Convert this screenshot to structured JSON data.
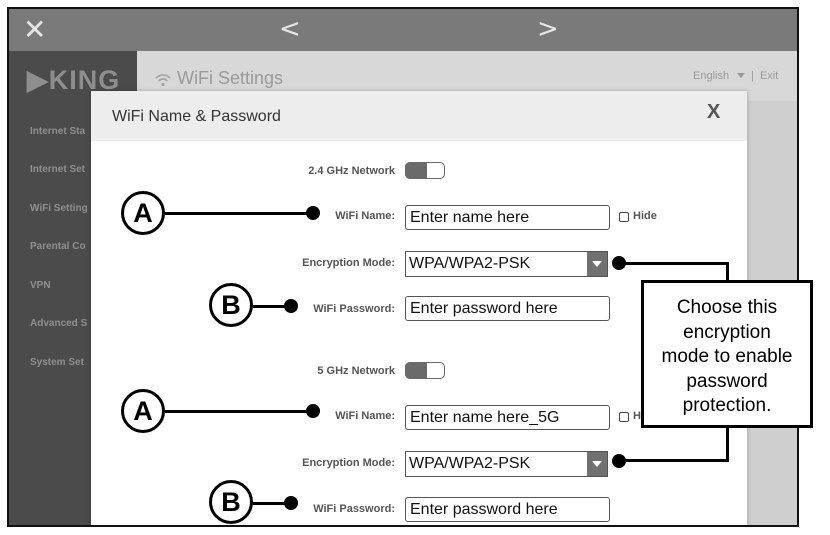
{
  "nav": {
    "close": "✕",
    "prev": "<",
    "next": ">"
  },
  "app": {
    "logo": "▶KING",
    "page_title": "WiFi Settings",
    "language": "English",
    "separator": "|",
    "exit": "Exit"
  },
  "sidebar": {
    "items": [
      {
        "label": "Internet Sta"
      },
      {
        "label": "Internet Set"
      },
      {
        "label": "WiFi Setting"
      },
      {
        "label": "Parental Co"
      },
      {
        "label": "VPN"
      },
      {
        "label": "Advanced S"
      },
      {
        "label": "System Set"
      }
    ]
  },
  "dialog": {
    "title": "WiFi Name & Password",
    "close": "X",
    "networks": [
      {
        "label": "2.4 GHz Network",
        "wifi_name_label": "WiFi Name:",
        "wifi_name_value": "Enter name here",
        "hide_label": "Hide",
        "encryption_label": "Encryption Mode:",
        "encryption_value": "WPA/WPA2-PSK",
        "password_label": "WiFi Password:",
        "password_value": "Enter password here"
      },
      {
        "label": "5 GHz Network",
        "wifi_name_label": "WiFi Name:",
        "wifi_name_value": "Enter name here_5G",
        "hide_label": "Hi",
        "encryption_label": "Encryption Mode:",
        "encryption_value": "WPA/WPA2-PSK",
        "password_label": "WiFi Password:",
        "password_value": "Enter password here"
      }
    ]
  },
  "callouts": {
    "a": "A",
    "b": "B"
  },
  "note": {
    "lines": [
      "Choose this",
      "encryption",
      "mode to enable",
      "password",
      "protection."
    ]
  }
}
